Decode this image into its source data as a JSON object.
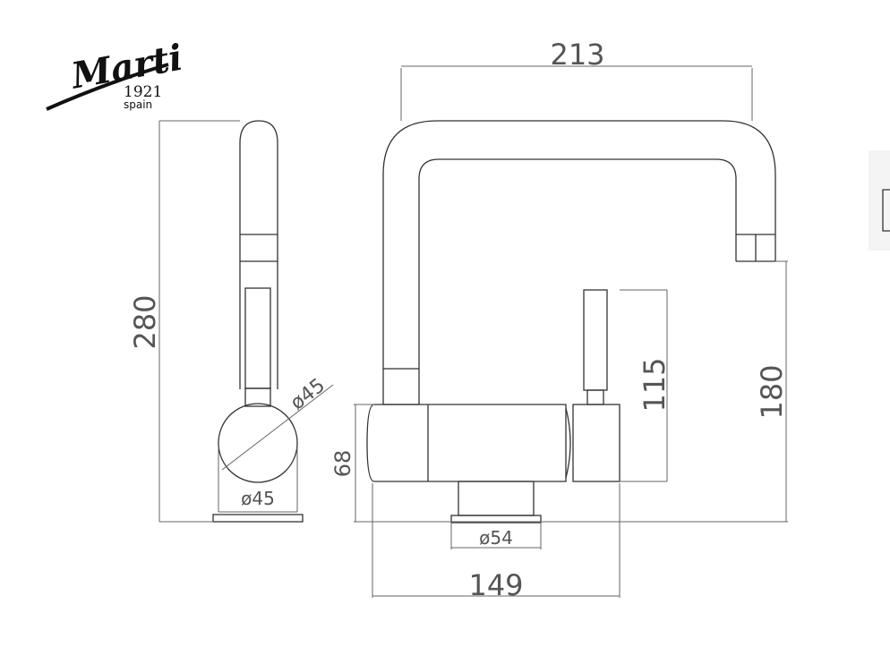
{
  "logo": {
    "name": "Marti",
    "year": "1921",
    "country": "spain"
  },
  "dimensions": {
    "top_width": "213",
    "total_height": "280",
    "side_height_right": "180",
    "handle_height": "115",
    "body_height": "68",
    "side_diameter_diag": "ø45",
    "side_diameter_base": "ø45",
    "base_diameter": "ø54",
    "base_width": "149"
  },
  "colors": {
    "line": "#333333",
    "dimension": "#555555"
  }
}
